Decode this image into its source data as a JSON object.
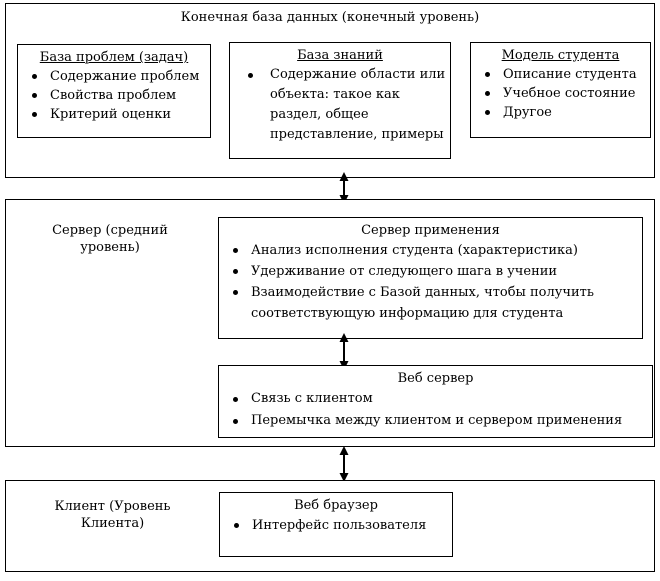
{
  "diagram": {
    "tiers": [
      {
        "id": "database",
        "title": "Конечная база данных (конечный уровень)"
      },
      {
        "id": "server",
        "title": "Сервер (средний уровень)"
      },
      {
        "id": "client",
        "title": "Клиент (Уровень Клиента)"
      }
    ],
    "boxes": {
      "problem_base": {
        "heading": "База проблем (задач)",
        "items": [
          "Содержание проблем",
          "Свойства проблем",
          "Критерий оценки"
        ]
      },
      "knowledge_base": {
        "heading": "База знаний",
        "items": [
          "Содержание области или объекта: такое как раздел, общее представление, примеры"
        ]
      },
      "student_model": {
        "heading": "Модель студента",
        "items": [
          "Описание студента",
          "Учебное состояние",
          "Другое"
        ]
      },
      "application_server": {
        "heading": "Сервер применения",
        "items": [
          "Анализ исполнения студента (характеристика)",
          "Удерживание от следующего шага в учении",
          "Взаимодействие с Базой данных, чтобы получить соответствующую информацию для студента"
        ]
      },
      "web_server": {
        "heading": "Веб сервер",
        "items": [
          "Связь с клиентом",
          "Перемычка между клиентом и сервером применения"
        ]
      },
      "web_browser": {
        "heading": "Веб браузер",
        "items": [
          "Интерфейс пользователя"
        ]
      }
    },
    "connectors": [
      {
        "id": "db-server",
        "name": "double-arrow-icon"
      },
      {
        "id": "app-web",
        "name": "double-arrow-icon"
      },
      {
        "id": "web-client",
        "name": "double-arrow-icon"
      }
    ],
    "colors": {
      "stroke": "#000000",
      "background": "#ffffff"
    }
  }
}
